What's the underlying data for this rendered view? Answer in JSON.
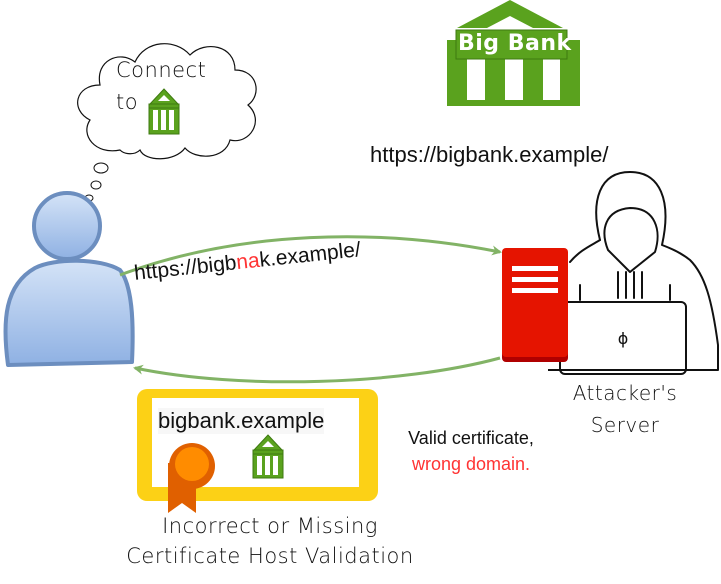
{
  "thought_bubble": {
    "line1": "Connect",
    "line2": "to"
  },
  "bank": {
    "sign_label": "Big Bank",
    "url": "https://bigbank.example/"
  },
  "request": {
    "url_prefix": "https://bigb",
    "url_typo": "na",
    "url_suffix": "k.example/"
  },
  "certificate": {
    "domain": "bigbank.example"
  },
  "note": {
    "line1": "Valid certificate,",
    "line2": "wrong domain."
  },
  "attacker": {
    "line1": "Attacker's",
    "line2": "Server"
  },
  "caption": {
    "line1": "Incorrect or Missing",
    "line2": "Certificate Host Validation"
  },
  "colors": {
    "bank_green": "#5aa21e",
    "arrow_green": "#82b366",
    "user_blue": "#7ea6e0",
    "server_red": "#e51400",
    "cert_yellow": "#fcd116",
    "ribbon_orange": "#e06000",
    "typo_red": "#ff3333"
  }
}
